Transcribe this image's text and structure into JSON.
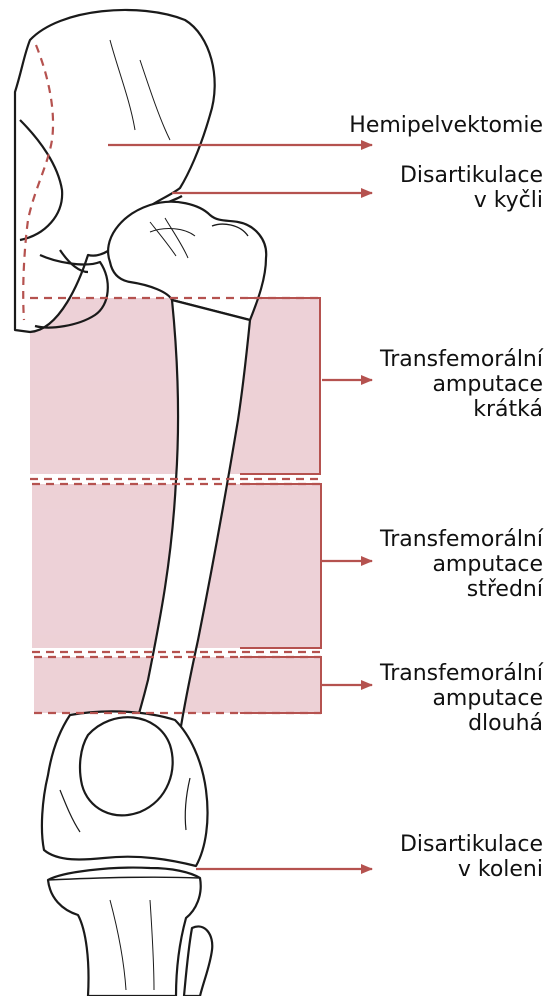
{
  "labels": {
    "hemipelvectomy": {
      "lines": [
        "Hemipelvektomie"
      ]
    },
    "hip_disarticulation": {
      "lines": [
        "Disartikulace",
        "v kyčli"
      ]
    },
    "transfemoral_short": {
      "lines": [
        "Transfemorální",
        "amputace",
        "krátká"
      ]
    },
    "transfemoral_medium": {
      "lines": [
        "Transfemorální",
        "amputace",
        "střední"
      ]
    },
    "transfemoral_long": {
      "lines": [
        "Transfemorální",
        "amputace",
        "dlouhá"
      ]
    },
    "knee_disarticulation": {
      "lines": [
        "Disartikulace",
        "v koleni"
      ]
    }
  },
  "colors": {
    "arrow": "#b5524f",
    "zone_fill": "#e7c2c9",
    "bone_outline": "#1a1a1a",
    "bone_fill": "#ffffff"
  }
}
